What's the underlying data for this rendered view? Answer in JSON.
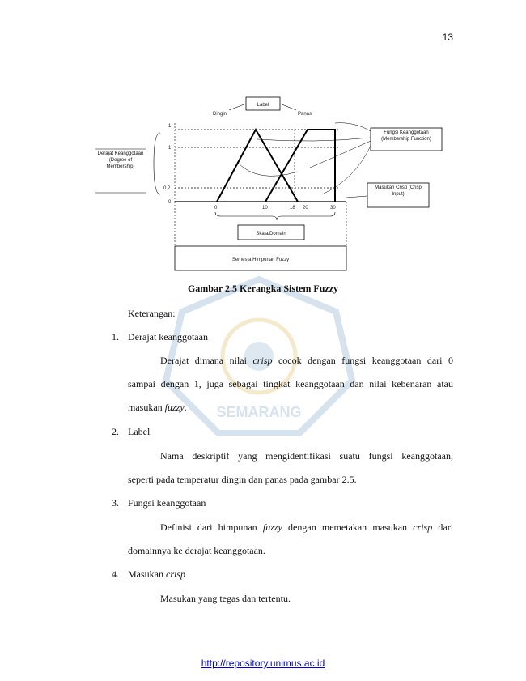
{
  "page_number": "13",
  "figure": {
    "label_box": "Label",
    "cold": "Dingin",
    "hot": "Panas",
    "degree_label": "Derajat Keanggotaan (Degree of Membership)",
    "function_label": "Fungsi Keanggotaan (Membership Function)",
    "crisp_input_label": "Masukan Crisp (Crisp Input)",
    "scale_label": "Skala/Domain",
    "universe_label": "Semesta Himpunan Fuzzy",
    "y_ticks": [
      "1",
      "1",
      "0.2",
      "0"
    ],
    "x_ticks": [
      "0",
      "10",
      "18",
      "20",
      "30"
    ]
  },
  "watermark": {
    "text": "SEMARANG"
  },
  "caption": "Gambar 2.5 Kerangka Sistem Fuzzy",
  "keterangan": "Keterangan:",
  "items": [
    {
      "number": "1.",
      "title": "Derajat keanggotaan",
      "desc_a": "Derajat dimana nilai",
      "desc_b": "crisp",
      "desc_c": "cocok dengan fungsi keanggotaan dari 0",
      "desc_line2": "sampai dengan 1, juga sebagai tingkat keanggotaan dan nilai kebenaran atau",
      "desc_line3_a": "masukan",
      "desc_line3_b": "fuzzy",
      "desc_line3_c": "."
    },
    {
      "number": "2.",
      "title": "Label",
      "desc_line1": "Nama deskriptif yang mengidentifikasi suatu fungsi keanggotaan,",
      "desc_line2": "seperti pada temperatur dingin dan panas pada gambar 2.5."
    },
    {
      "number": "3.",
      "title": "Fungsi keanggotaan",
      "desc_a": "Definisi dari himpunan",
      "desc_b": "fuzzy",
      "desc_c": "dengan memetakan masukan",
      "desc_d": "crisp",
      "desc_e": "dari",
      "desc_line2": "domainnya ke derajat keanggotaan."
    },
    {
      "number": "4.",
      "title_a": "Masukan",
      "title_b": "crisp",
      "desc_line1": "Masukan yang tegas dan tertentu."
    }
  ],
  "footer": {
    "url": "http://repository.unimus.ac.id"
  }
}
